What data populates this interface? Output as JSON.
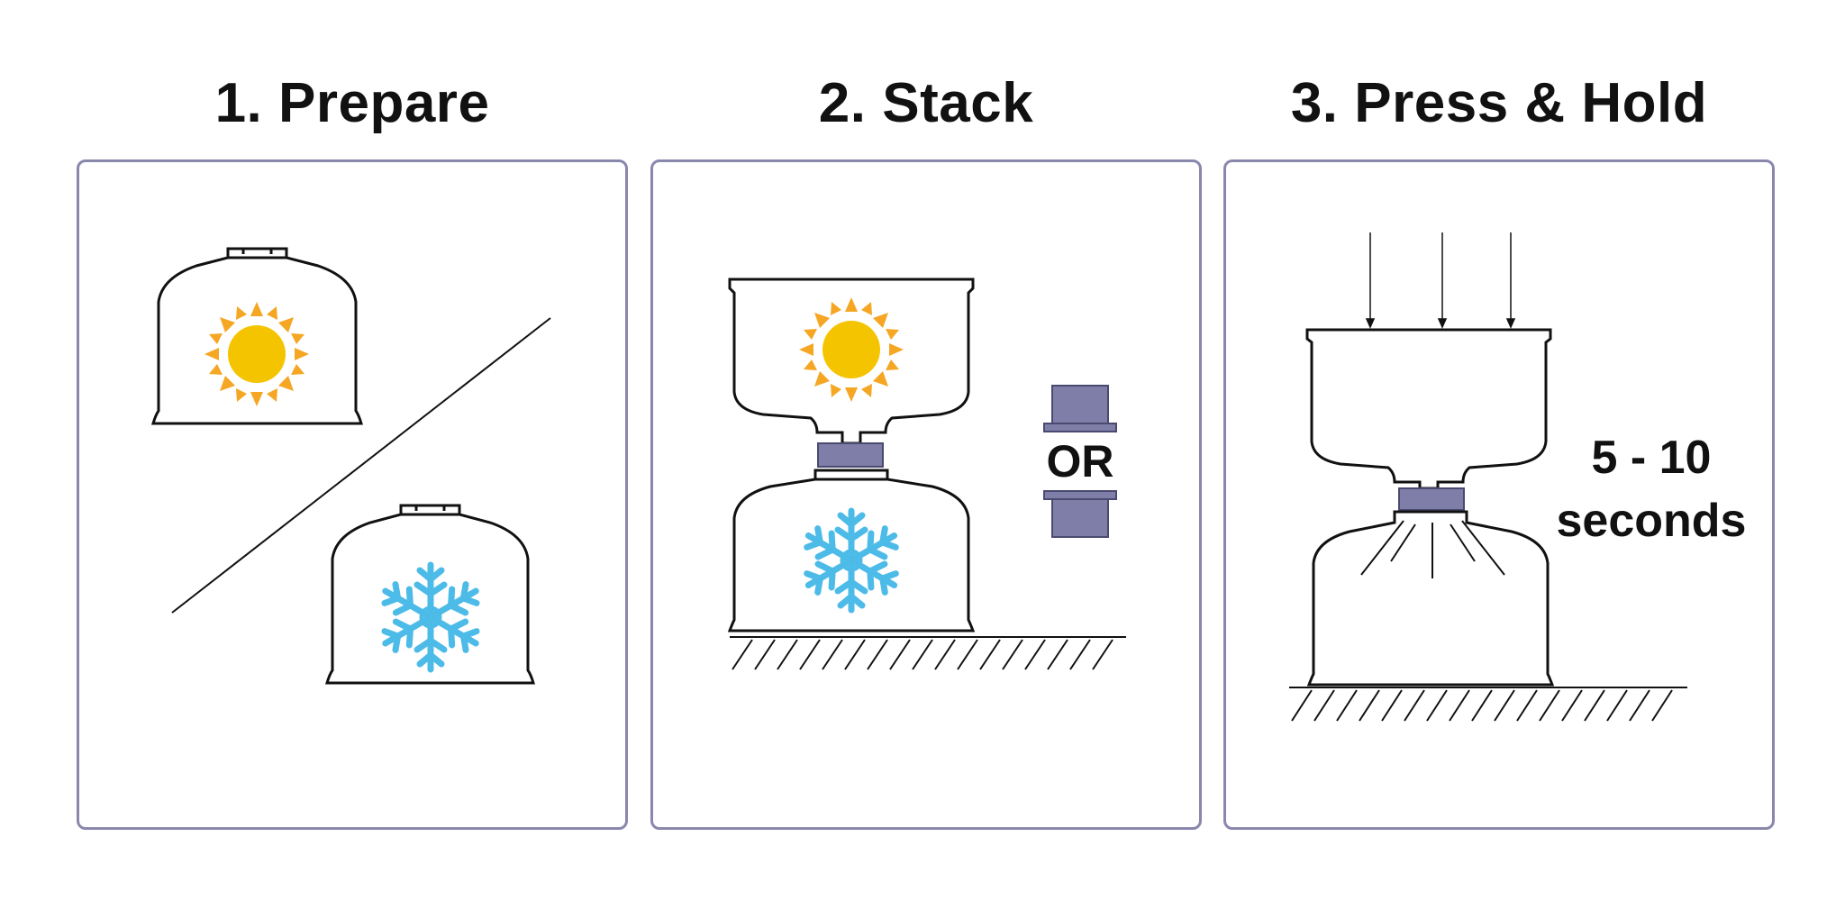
{
  "steps": [
    {
      "title": "1. Prepare"
    },
    {
      "title": "2. Stack",
      "or_label": "OR"
    },
    {
      "title": "3. Press & Hold",
      "duration_label_1": "5 - 10",
      "duration_label_2": "seconds"
    }
  ],
  "colors": {
    "border": "#8a87ad",
    "adapter": "#7e7ea8",
    "sun": "#f5b400",
    "sun_rays": "#f5a623",
    "snow": "#4dbbe8",
    "ink": "#111111"
  },
  "icons": [
    "sun-icon",
    "snowflake-icon",
    "adapter-icon",
    "ground-hatch",
    "pressure-arrows"
  ]
}
